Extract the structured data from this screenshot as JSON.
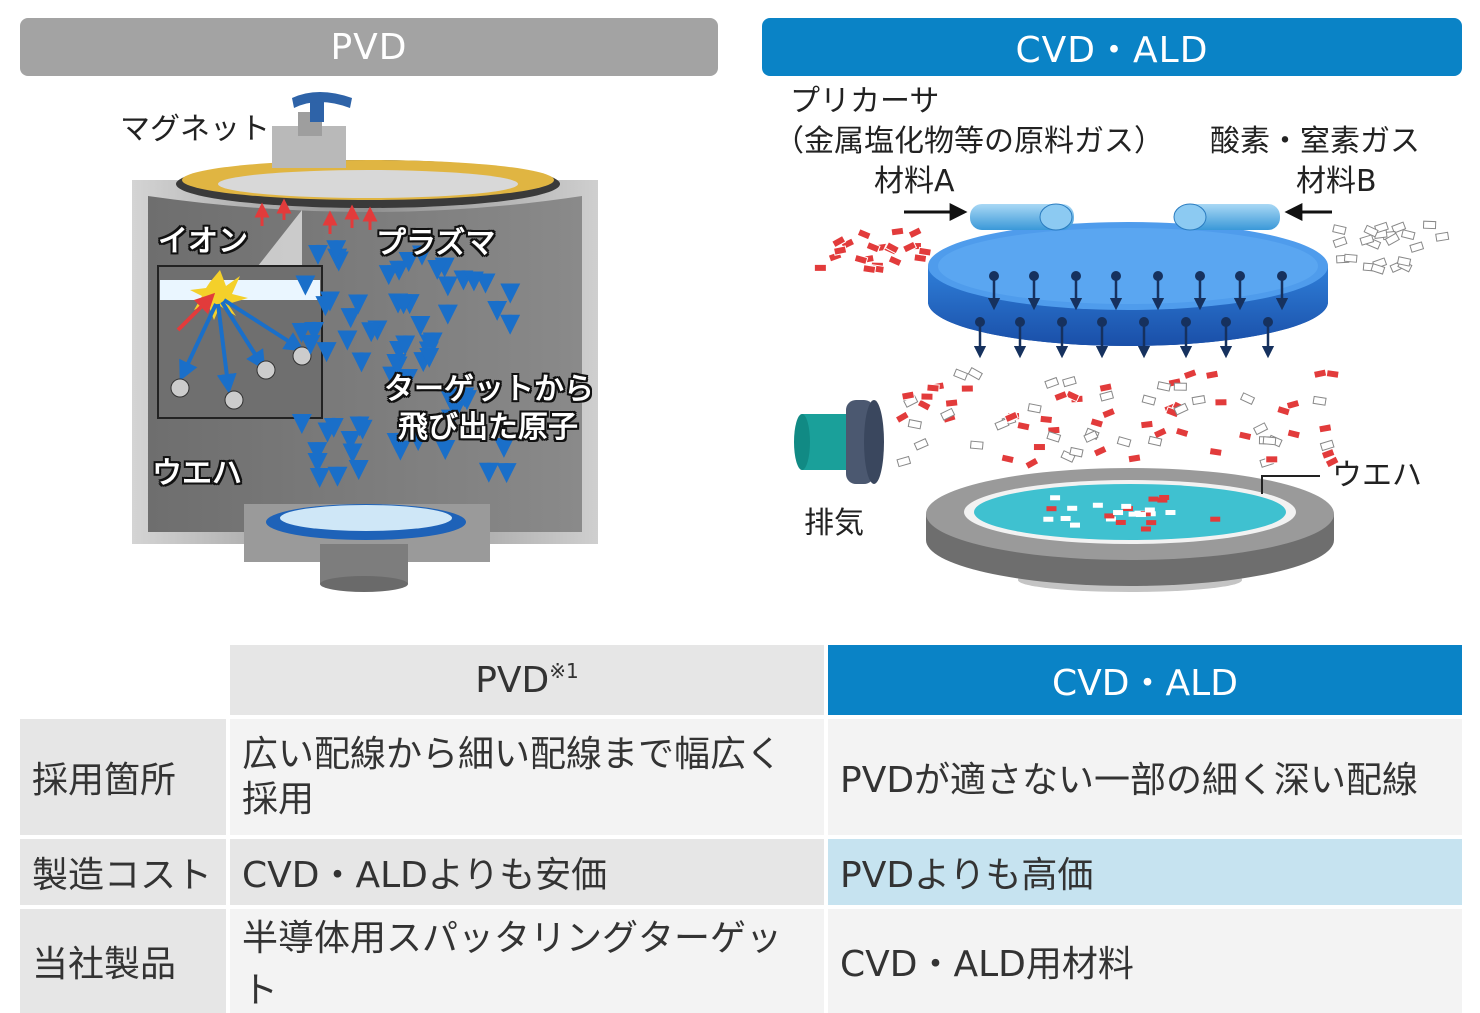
{
  "pvd_banner": "PVD",
  "cvd_banner": "CVD・ALD",
  "pvd_diagram": {
    "magnet": "マグネット",
    "ion": "イオン",
    "plasma": "プラズマ",
    "atoms_line1": "ターゲットから",
    "atoms_line2": "飛び出た原子",
    "wafer": "ウエハ"
  },
  "cvd_diagram": {
    "precursor": "プリカーサ",
    "precursor_desc": "（金属塩化物等の原料ガス）",
    "material_a": "材料A",
    "oxygen_nitrogen": "酸素・窒素ガス",
    "material_b": "材料B",
    "exhaust": "排気",
    "wafer": "ウエハ"
  },
  "table": {
    "header_pvd": "PVD",
    "header_pvd_note": "※1",
    "header_cvd": "CVD・ALD",
    "rows": [
      {
        "label": "採用箇所",
        "pvd": "広い配線から細い配線まで幅広く採用",
        "cvd": "PVDが適さない一部の細く深い配線"
      },
      {
        "label": "製造コスト",
        "pvd": "CVD・ALDよりも安価",
        "cvd": "PVDよりも高価"
      },
      {
        "label": "当社製品",
        "pvd": "半導体用スパッタリングターゲット",
        "cvd": "CVD・ALD用材料"
      }
    ]
  },
  "colors": {
    "pvd_gray": "#a3a3a3",
    "cvd_blue": "#0a83c6",
    "cvd_light": "#c6e3f0"
  }
}
